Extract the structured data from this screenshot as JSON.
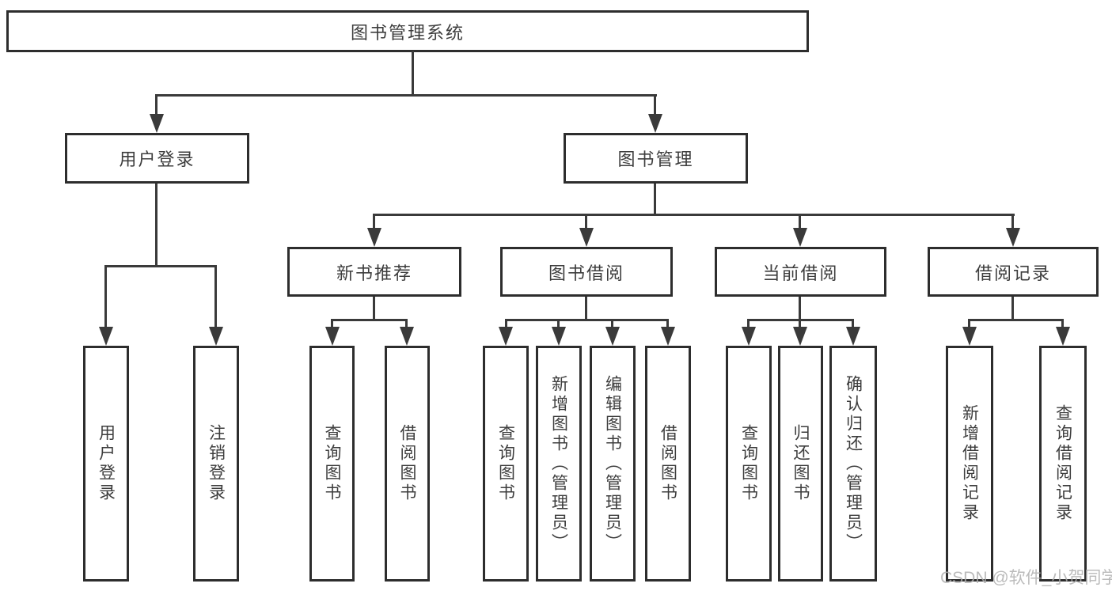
{
  "nodes": {
    "root": "图书管理系统",
    "user_login": "用户登录",
    "book_mgmt": "图书管理",
    "new_books": "新书推荐",
    "book_borrow": "图书借阅",
    "current_borrow": "当前借阅",
    "borrow_records": "借阅记录"
  },
  "leaves": {
    "user_login": [
      "用户登录",
      "注销登录"
    ],
    "new_books": [
      "查询图书",
      "借阅图书"
    ],
    "book_borrow": [
      "查询图书",
      "新增图书（管理员）",
      "编辑图书（管理员）",
      "借阅图书"
    ],
    "current_borrow": [
      "查询图书",
      "归还图书",
      "确认归还（管理员）"
    ],
    "borrow_records": [
      "新增借阅记录",
      "查询借阅记录"
    ]
  },
  "watermark": "CSDN @软件_小贺同学",
  "colors": {
    "line": "#3a3a3a",
    "border": "#2d2d2d",
    "text": "#3d3d3d",
    "watermark": "#b0b0b0"
  }
}
